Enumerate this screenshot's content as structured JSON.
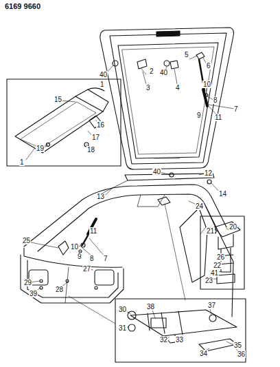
{
  "diagram": {
    "labels": [
      "6169 9660",
      "40",
      "1",
      "2",
      "3",
      "40",
      "4",
      "5",
      "6",
      "10",
      "8",
      "7",
      "11",
      "9",
      "15",
      "16",
      "17",
      "18",
      "19",
      "1",
      "40",
      "12",
      "13",
      "14",
      "24",
      "11",
      "10",
      "9",
      "8",
      "7",
      "20",
      "21",
      "26",
      "22",
      "41",
      "23",
      "25",
      "27",
      "29",
      "39",
      "28",
      "30",
      "38",
      "37",
      "31",
      "32",
      "33",
      "35",
      "34",
      "36"
    ]
  }
}
